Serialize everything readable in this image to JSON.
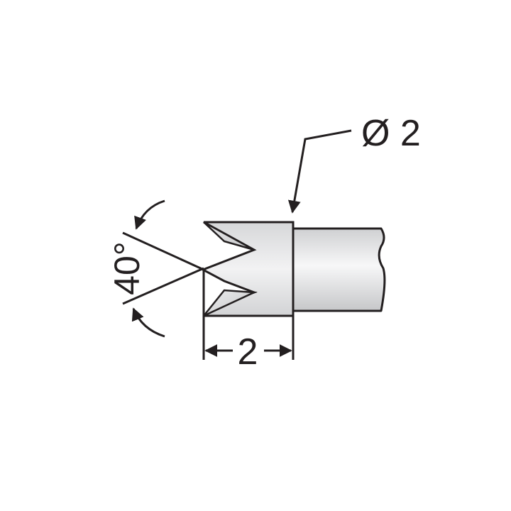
{
  "diagram": {
    "diameter_label": "Ø 2",
    "length_label": "2",
    "angle_label": "40°"
  },
  "colors": {
    "line": "#231f20",
    "fill_light": "#e3e4e5",
    "fill_highlight": "#f7f7f8",
    "fill_dark": "#c9cacc",
    "background": "#ffffff"
  }
}
